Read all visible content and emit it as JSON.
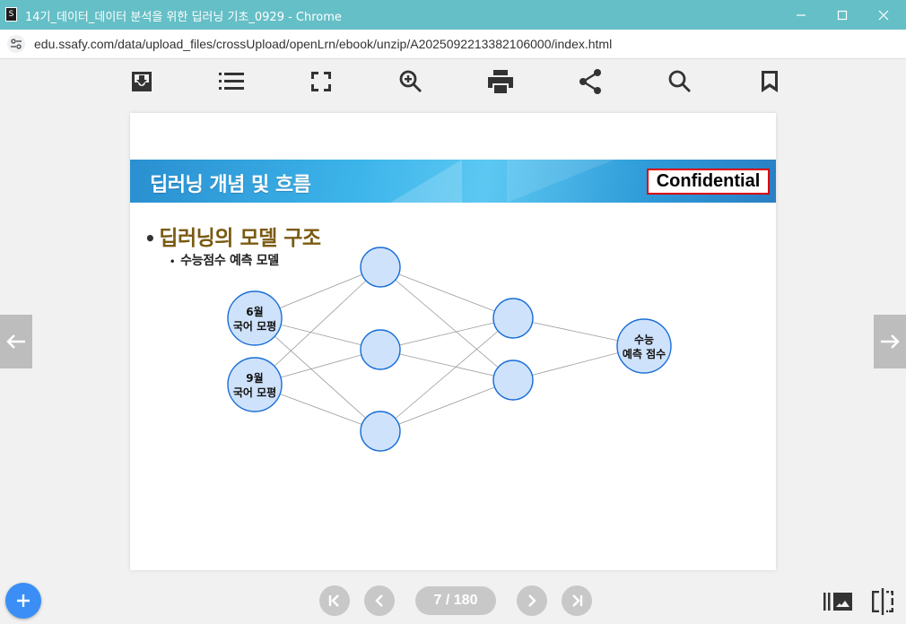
{
  "window": {
    "title": "14기_데이터_데이터 분석을 위한 딥러닝 기초_0929 - Chrome",
    "app_icon_glyph": "S",
    "controls": [
      "minimize-icon",
      "maximize-icon",
      "close-icon"
    ]
  },
  "address": {
    "url": "edu.ssafy.com/data/upload_files/crossUpload/openLrn/ebook/unzip/A2025092213382106000/index.html",
    "site_icon": "site-settings-icon"
  },
  "toolbar": {
    "tools": [
      "download-icon",
      "list-icon",
      "fullscreen-icon",
      "zoom-in-icon",
      "print-icon",
      "share-icon",
      "search-icon",
      "bookmark-icon"
    ]
  },
  "slide": {
    "banner_title": "딥러닝 개념 및 흐름",
    "confidential": "Confidential",
    "bullet1": "딥러닝의 모델 구조",
    "bullet2": "수능점수 예측 모델",
    "network": {
      "input_nodes": [
        {
          "line1": "6월",
          "line2": "국어 모평"
        },
        {
          "line1": "9월",
          "line2": "국어 모평"
        }
      ],
      "hidden1_count": 3,
      "hidden2_count": 2,
      "output_node": {
        "line1": "수능",
        "line2": "예측 점수"
      },
      "node_fill": "#cfe2fb",
      "node_stroke": "#1a6fd6"
    }
  },
  "navigation": {
    "page_current": "7",
    "page_total": "180",
    "page_text": "7 / 180",
    "buttons": [
      "first-page-icon",
      "prev-page-icon",
      "next-page-icon",
      "last-page-icon"
    ]
  },
  "colors": {
    "titlebar": "#65bfc6",
    "fab": "#3a8ef6",
    "nav_button": "#c8c8c8"
  }
}
